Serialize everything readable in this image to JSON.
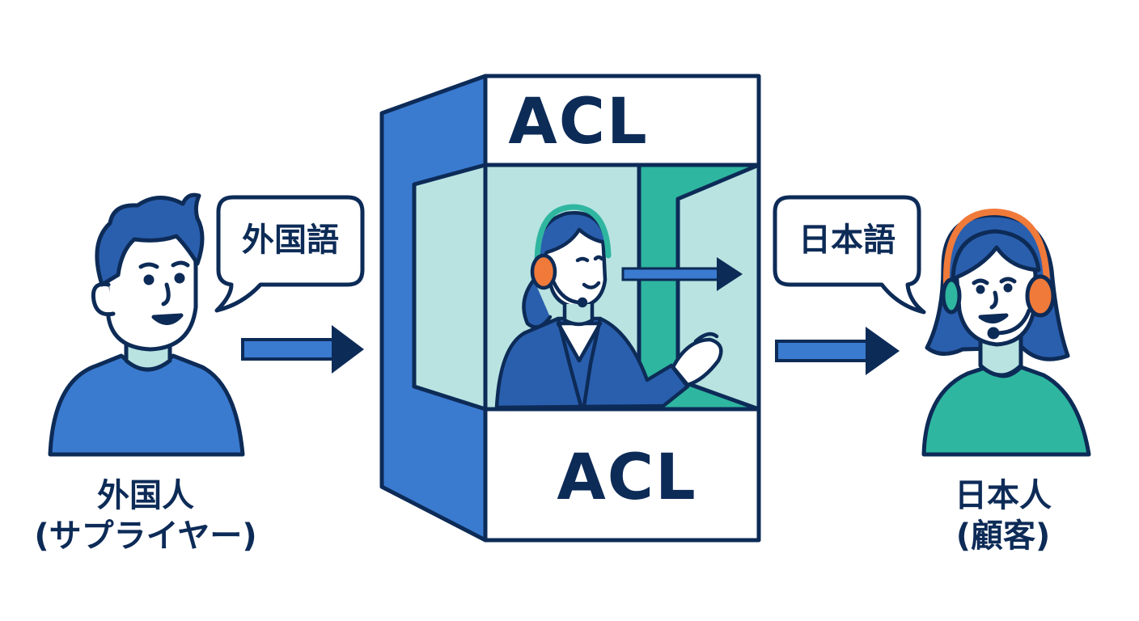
{
  "left_person": {
    "label_line1": "外国人",
    "label_line2": "(サプライヤー)",
    "speech": "外国語"
  },
  "booth": {
    "sign_top": "ACL",
    "sign_bottom": "ACL"
  },
  "right_person": {
    "label_line1": "日本人",
    "label_line2": "(顧客)",
    "speech": "日本語"
  },
  "colors": {
    "navy": "#0d2b57",
    "blue": "#3a7bd0",
    "teal": "#2fb6a0",
    "light_teal": "#b8e3e1",
    "skin": "#ffffff",
    "headset": "#f07a3a"
  }
}
